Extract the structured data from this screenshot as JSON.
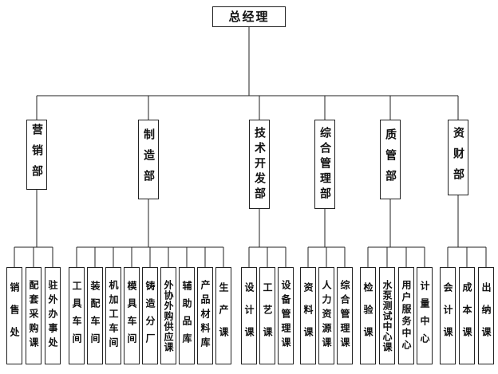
{
  "root": {
    "label": "总经理"
  },
  "departments": [
    {
      "label": "营销部",
      "children": [
        "销售处",
        "配套采购课",
        "驻外办事处"
      ]
    },
    {
      "label": "制造部",
      "children": [
        "工具车间",
        "装配车间",
        "机加工车间",
        "模具车间",
        "铸造分厂",
        "外协外购供应课",
        "辅助品库",
        "产品材料库",
        "生产课"
      ]
    },
    {
      "label": "技术开发部",
      "children": [
        "设计课",
        "工艺课",
        "设备管理课"
      ]
    },
    {
      "label": "综合管理部",
      "children": [
        "资料课",
        "人力资源课",
        "综合管理课"
      ]
    },
    {
      "label": "质管部",
      "children": [
        "检验课",
        "水泵测试中心课",
        "用户服务中心",
        "计量中心"
      ]
    },
    {
      "label": "资财部",
      "children": [
        "会计课",
        "成本课",
        "出纳课"
      ]
    }
  ],
  "line_color": "#222222"
}
